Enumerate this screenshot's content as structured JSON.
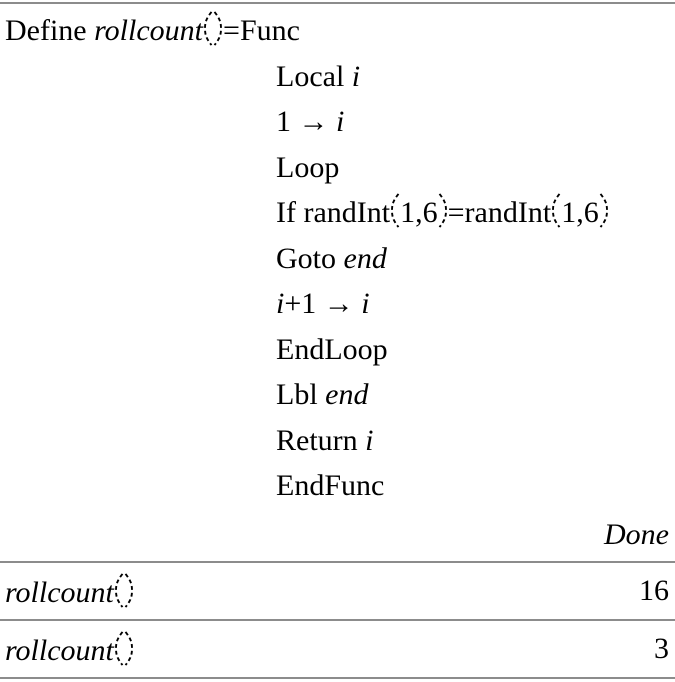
{
  "app": {
    "background": "#ffffff",
    "text_color": "#000000",
    "divider_color": "#8c8c8c"
  },
  "program": {
    "define_line": [
      {
        "t": "Define ",
        "s": "roman"
      },
      {
        "t": "rollcount",
        "s": "italic"
      },
      {
        "t": "(",
        "s": "paren-open"
      },
      {
        "t": ")",
        "s": "paren-close"
      },
      {
        "t": "=",
        "s": "roman"
      },
      {
        "t": "Func",
        "s": "roman"
      }
    ],
    "body_lines": [
      [
        {
          "t": "Local ",
          "s": "roman"
        },
        {
          "t": "i",
          "s": "italic"
        }
      ],
      [
        {
          "t": "1 ",
          "s": "roman"
        },
        {
          "t": "→ ",
          "s": "roman"
        },
        {
          "t": "i",
          "s": "italic"
        }
      ],
      [
        {
          "t": "Loop",
          "s": "roman"
        }
      ],
      [
        {
          "t": "If randInt",
          "s": "roman"
        },
        {
          "t": "(",
          "s": "paren-open"
        },
        {
          "t": "1,6",
          "s": "roman"
        },
        {
          "t": ")",
          "s": "paren-close"
        },
        {
          "t": "=randInt",
          "s": "roman"
        },
        {
          "t": "(",
          "s": "paren-open"
        },
        {
          "t": "1,6",
          "s": "roman"
        },
        {
          "t": ")",
          "s": "paren-close"
        }
      ],
      [
        {
          "t": "Goto ",
          "s": "roman"
        },
        {
          "t": "end",
          "s": "italic"
        }
      ],
      [
        {
          "t": "i",
          "s": "italic"
        },
        {
          "t": "+1 ",
          "s": "roman"
        },
        {
          "t": "→ ",
          "s": "roman"
        },
        {
          "t": "i",
          "s": "italic"
        }
      ],
      [
        {
          "t": "EndLoop",
          "s": "roman"
        }
      ],
      [
        {
          "t": "Lbl ",
          "s": "roman"
        },
        {
          "t": "end",
          "s": "italic"
        }
      ],
      [
        {
          "t": "Return ",
          "s": "roman"
        },
        {
          "t": "i",
          "s": "italic"
        }
      ],
      [
        {
          "t": "EndFunc",
          "s": "roman"
        }
      ]
    ],
    "result": "Done"
  },
  "evaluations": [
    {
      "input": [
        {
          "t": "rollcount",
          "s": "italic"
        },
        {
          "t": "(",
          "s": "paren-open"
        },
        {
          "t": ")",
          "s": "paren-close"
        }
      ],
      "result": "16"
    },
    {
      "input": [
        {
          "t": "rollcount",
          "s": "italic"
        },
        {
          "t": "(",
          "s": "paren-open"
        },
        {
          "t": ")",
          "s": "paren-close"
        }
      ],
      "result": "3"
    }
  ]
}
